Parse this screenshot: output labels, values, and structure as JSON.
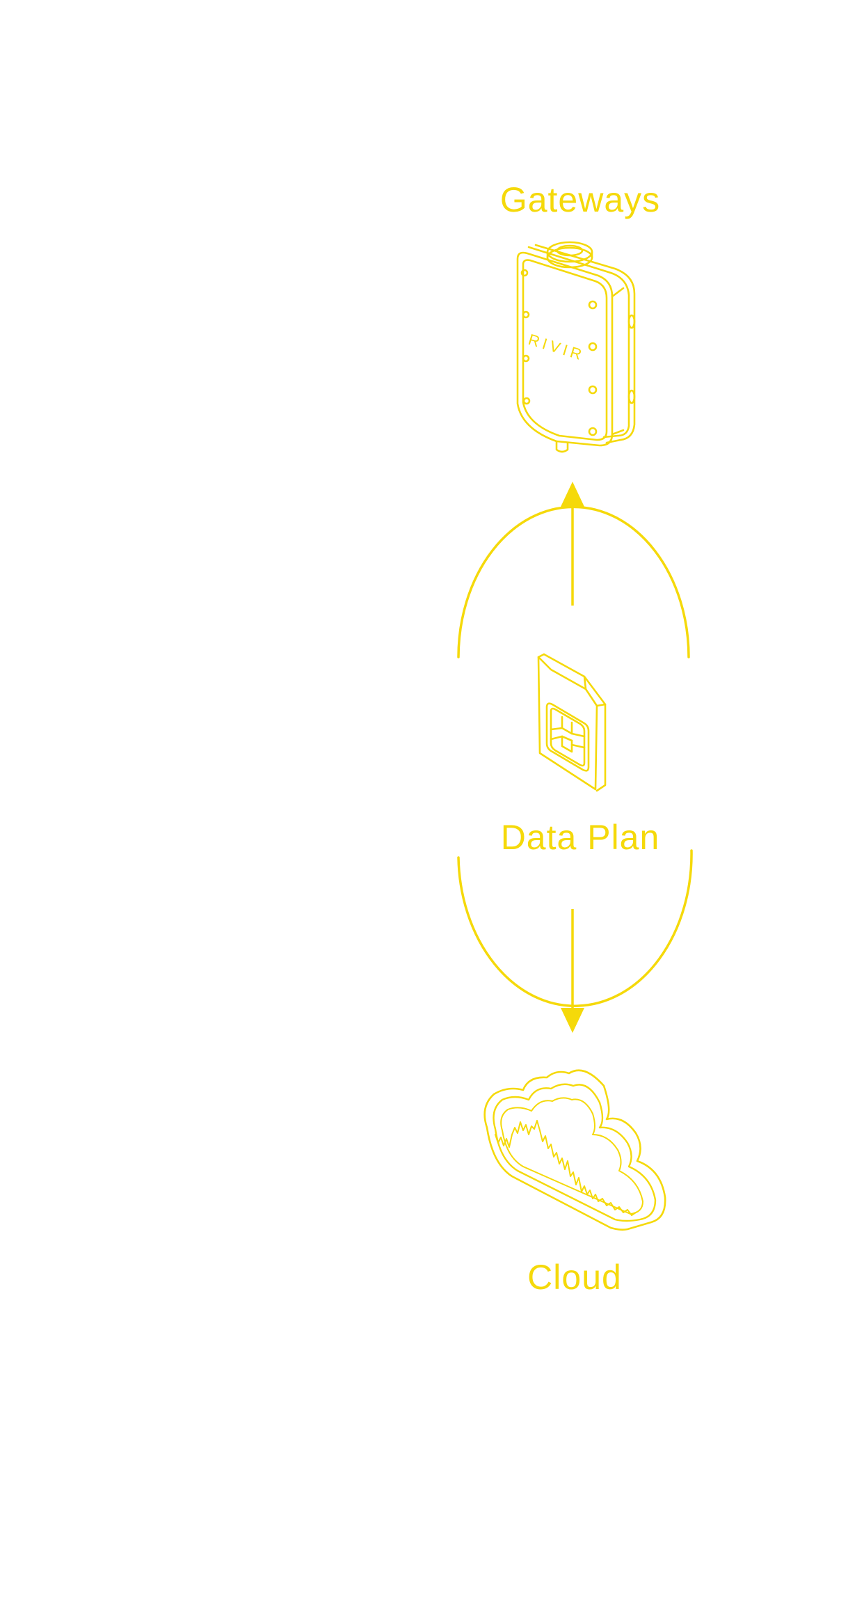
{
  "accent_color": "#f5d90a",
  "nodes": {
    "gateways": {
      "label": "Gateways",
      "icon": "gateway-device-icon",
      "device_text": "RIVIR"
    },
    "data_plan": {
      "label": "Data Plan",
      "icon": "sim-card-icon"
    },
    "cloud": {
      "label": "Cloud",
      "icon": "cloud-chart-icon"
    }
  },
  "edges": [
    {
      "from": "data_plan",
      "to": "gateways"
    },
    {
      "from": "data_plan",
      "to": "cloud"
    }
  ]
}
